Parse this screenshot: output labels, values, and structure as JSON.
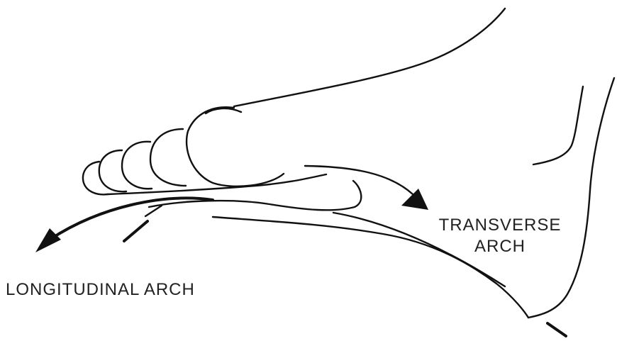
{
  "labels": {
    "transverse_line1": "TRANSVERSE",
    "transverse_line2": "ARCH",
    "longitudinal": "LONGITUDINAL ARCH"
  },
  "colors": {
    "ink": "#111111",
    "background": "#ffffff"
  }
}
